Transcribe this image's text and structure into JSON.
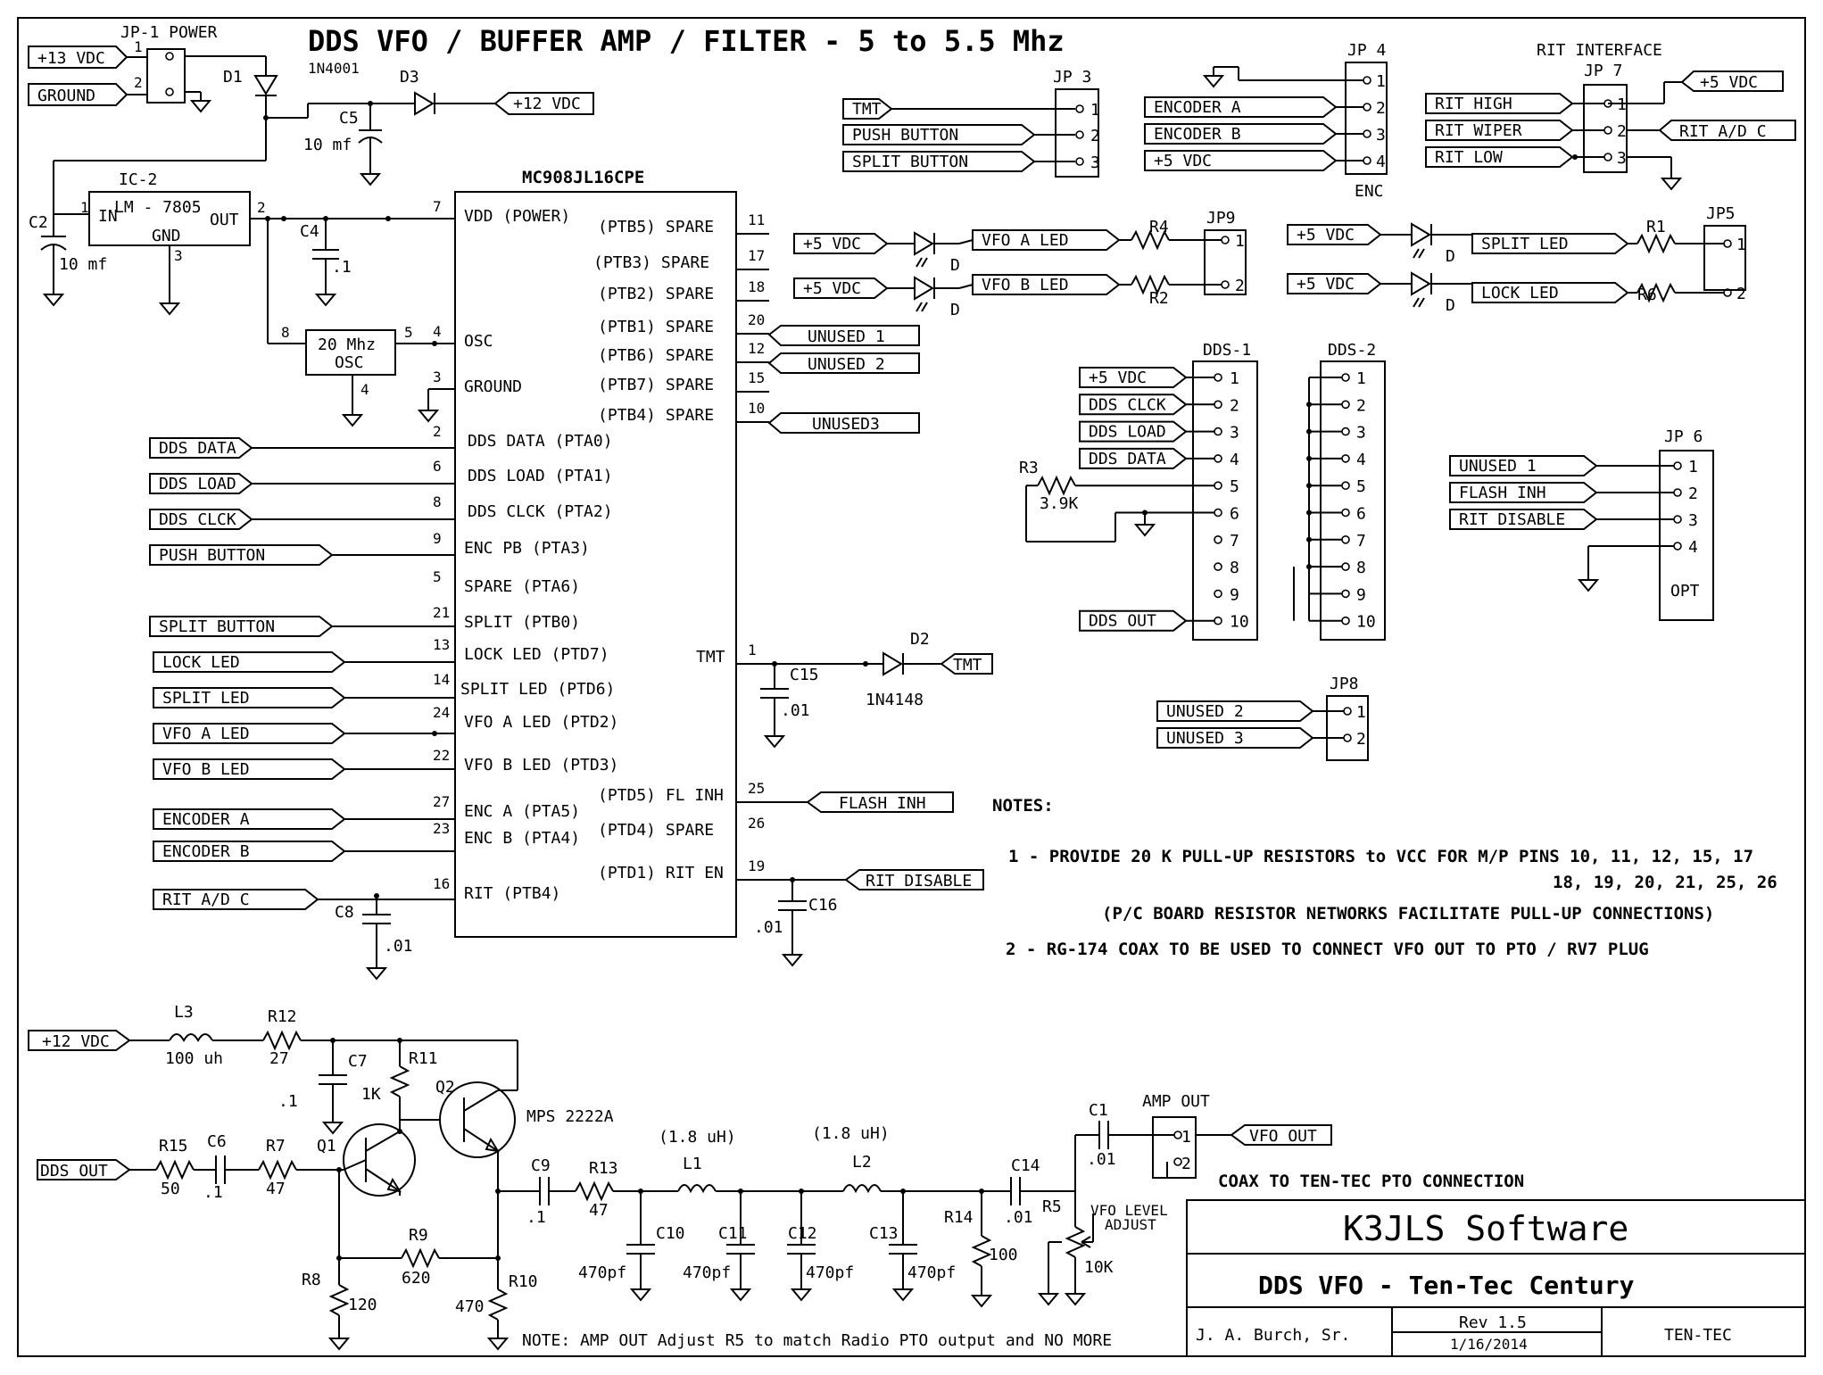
{
  "title": "DDS VFO / BUFFER AMP  / FILTER - 5 to 5.5 Mhz",
  "title_block": {
    "company": "K3JLS Software",
    "drawing": "DDS VFO - Ten-Tec Century",
    "author": "J. A. Burch, Sr.",
    "rev": "Rev 1.5",
    "date": "1/16/2014",
    "client": "TEN-TEC"
  },
  "notes": {
    "heading": "NOTES:",
    "n1a": "1 - PROVIDE 20 K PULL-UP RESISTORS to VCC FOR M/P PINS 10, 11, 12, 15, 17",
    "n1b": "18, 19, 20, 21, 25, 26",
    "n1c": "(P/C BOARD RESISTOR NETWORKS FACILITATE PULL-UP CONNECTIONS)",
    "n2": "2 - RG-174 COAX TO BE USED TO CONNECT VFO OUT TO PTO / RV7 PLUG",
    "amp": "NOTE: AMP OUT Adjust R5 to match Radio PTO output and NO MORE",
    "coax": "COAX TO TEN-TEC PTO CONNECTION"
  },
  "power": {
    "header": "JP-1 POWER",
    "p13": "+13 VDC",
    "gnd": "GROUND",
    "d1": "D1",
    "d1type": "1N4001",
    "d3": "D3",
    "p12": "+12 VDC",
    "c5": "C5",
    "c5v": "10 mf",
    "c2": "C2",
    "c2v": "10 mf",
    "ic2": "IC-2",
    "reg": "LM - 7805",
    "reg_in": "IN",
    "reg_out": "OUT",
    "reg_gnd": "GND",
    "c4": "C4",
    "c4v": ".1",
    "osc": "20 Mhz",
    "osc2": "OSC"
  },
  "mcu": {
    "name": "MC908JL16CPE",
    "left": [
      {
        "pin": "7",
        "label": "VDD (POWER)"
      },
      {
        "pin": "4",
        "label": "OSC"
      },
      {
        "pin": "3",
        "label": "GROUND"
      },
      {
        "pin": "2",
        "label": "DDS DATA (PTA0)"
      },
      {
        "pin": "6",
        "label": "DDS LOAD (PTA1)"
      },
      {
        "pin": "8",
        "label": "DDS CLCK (PTA2)"
      },
      {
        "pin": "9",
        "label": "ENC PB (PTA3)"
      },
      {
        "pin": "5",
        "label": "SPARE (PTA6)"
      },
      {
        "pin": "21",
        "label": "SPLIT (PTB0)"
      },
      {
        "pin": "13",
        "label": "LOCK LED (PTD7)"
      },
      {
        "pin": "14",
        "label": "SPLIT LED (PTD6)"
      },
      {
        "pin": "24",
        "label": "VFO A LED (PTD2)"
      },
      {
        "pin": "22",
        "label": "VFO B LED (PTD3)"
      },
      {
        "pin": "27",
        "label": "ENC A (PTA5)"
      },
      {
        "pin": "23",
        "label": "ENC B (PTA4)"
      },
      {
        "pin": "16",
        "label": "RIT (PTB4)"
      }
    ],
    "right": [
      {
        "pin": "11",
        "label": "(PTB5) SPARE"
      },
      {
        "pin": "17",
        "label": "(PTB3) SPARE"
      },
      {
        "pin": "18",
        "label": "(PTB2) SPARE"
      },
      {
        "pin": "20",
        "label": "(PTB1) SPARE"
      },
      {
        "pin": "12",
        "label": "(PTB6) SPARE"
      },
      {
        "pin": "15",
        "label": "(PTB7) SPARE"
      },
      {
        "pin": "10",
        "label": "(PTB4) SPARE"
      },
      {
        "pin": "1",
        "label": "TMT"
      },
      {
        "pin": "25",
        "label": "(PTD5) FL INH"
      },
      {
        "pin": "26",
        "label": "(PTD4) SPARE"
      },
      {
        "pin": "19",
        "label": "(PTD1) RIT EN"
      }
    ]
  },
  "left_signals": [
    "DDS DATA",
    "DDS LOAD",
    "DDS CLCK",
    "PUSH BUTTON",
    "SPLIT BUTTON",
    "LOCK LED",
    "SPLIT LED",
    "VFO A  LED",
    "VFO B  LED",
    "ENCODER A",
    "ENCODER B",
    "RIT A/D C"
  ],
  "right_signals": {
    "u1": "UNUSED 1",
    "u2": "UNUSED 2",
    "u3": "UNUSED3",
    "tmt": "TMT",
    "d2": "D2",
    "d2type": "1N4148",
    "c15": "C15",
    "c15v": ".01",
    "flash": "FLASH INH",
    "ritdis": "RIT DISABLE",
    "c16": "C16",
    "c16v": ".01",
    "c8": "C8",
    "c8v": ".01"
  },
  "jp3": {
    "name": "JP 3",
    "sigs": [
      "TMT",
      "PUSH BUTTON",
      "SPLIT BUTTON"
    ],
    "pins": [
      "1",
      "2",
      "3"
    ]
  },
  "jp4": {
    "name": "JP 4",
    "sigs": [
      "ENCODER A",
      "ENCODER B",
      "+5 VDC"
    ],
    "pins": [
      "1",
      "2",
      "3",
      "4"
    ],
    "sub": "ENC"
  },
  "jp7": {
    "name": "JP 7",
    "iface": "RIT INTERFACE",
    "sigs": [
      "RIT HIGH",
      "RIT WIPER",
      "RIT LOW"
    ],
    "pins": [
      "1",
      "2",
      "3"
    ],
    "p5": "+5 VDC",
    "ritad": "RIT A/D C"
  },
  "jp9": {
    "name": "JP9",
    "vdc": "+5 VDC",
    "d": "D",
    "ledA": "VFO A LED",
    "ledB": "VFO B LED",
    "r4": "R4",
    "r2": "R2",
    "pins": [
      "1",
      "2"
    ]
  },
  "jp5": {
    "name": "JP5",
    "vdc": "+5 VDC",
    "d": "D",
    "led1": "SPLIT LED",
    "led2": "LOCK LED",
    "r1": "R1",
    "r6": "R6",
    "pins": [
      "1",
      "2"
    ]
  },
  "dds1": {
    "name": "DDS-1",
    "sigs": [
      "+5 VDC",
      "DDS CLCK",
      "DDS LOAD",
      "DDS DATA"
    ],
    "out": "DDS OUT",
    "r3": "R3",
    "r3v": "3.9K",
    "pins": [
      "1",
      "2",
      "3",
      "4",
      "5",
      "6",
      "7",
      "8",
      "9",
      "10"
    ]
  },
  "dds2": {
    "name": "DDS-2",
    "pins": [
      "1",
      "2",
      "3",
      "4",
      "5",
      "6",
      "7",
      "8",
      "9",
      "10"
    ]
  },
  "jp6": {
    "name": "JP 6",
    "sigs": [
      "UNUSED 1",
      "FLASH INH",
      "RIT DISABLE"
    ],
    "pins": [
      "1",
      "2",
      "3",
      "4"
    ],
    "opt": "OPT"
  },
  "jp8": {
    "name": "JP8",
    "sigs": [
      "UNUSED 2",
      "UNUSED 3"
    ],
    "pins": [
      "1",
      "2"
    ]
  },
  "amp": {
    "p12": "+12 VDC",
    "l3": "L3",
    "l3v": "100 uh",
    "r12": "R12",
    "r12v": "27",
    "c7": "C7",
    "c7v": ".1",
    "r11": "R11",
    "r11v": "1K",
    "q2": "Q2",
    "q2t": "MPS 2222A",
    "q1": "Q1",
    "ddsout": "DDS OUT",
    "r15": "R15",
    "r15v": "50",
    "c6": "C6",
    "c6v": ".1",
    "r7": "R7",
    "r7v": "47",
    "r8": "R8",
    "r8v": "120",
    "r9": "R9",
    "r9v": "620",
    "r10": "R10",
    "r10v": "470",
    "c9": "C9",
    "c9v": ".1",
    "r13": "R13",
    "r13v": "47",
    "l1": "L1",
    "l1v": "(1.8 uH)",
    "l2": "L2",
    "l2v": "(1.8 uH)",
    "c10": "C10",
    "c11": "C11",
    "c12": "C12",
    "c13": "C13",
    "cv": "470pf",
    "r14": "R14",
    "r14v": "100",
    "c14": "C14",
    "c14v": ".01",
    "r5": "R5",
    "r5v": "10K",
    "vfolvl": "VFO LEVEL",
    "adjust": "ADJUST",
    "c1": "C1",
    "c1v": ".01",
    "ampout": "AMP OUT",
    "vfoout": "VFO OUT",
    "p1": "1",
    "p2": "2"
  }
}
